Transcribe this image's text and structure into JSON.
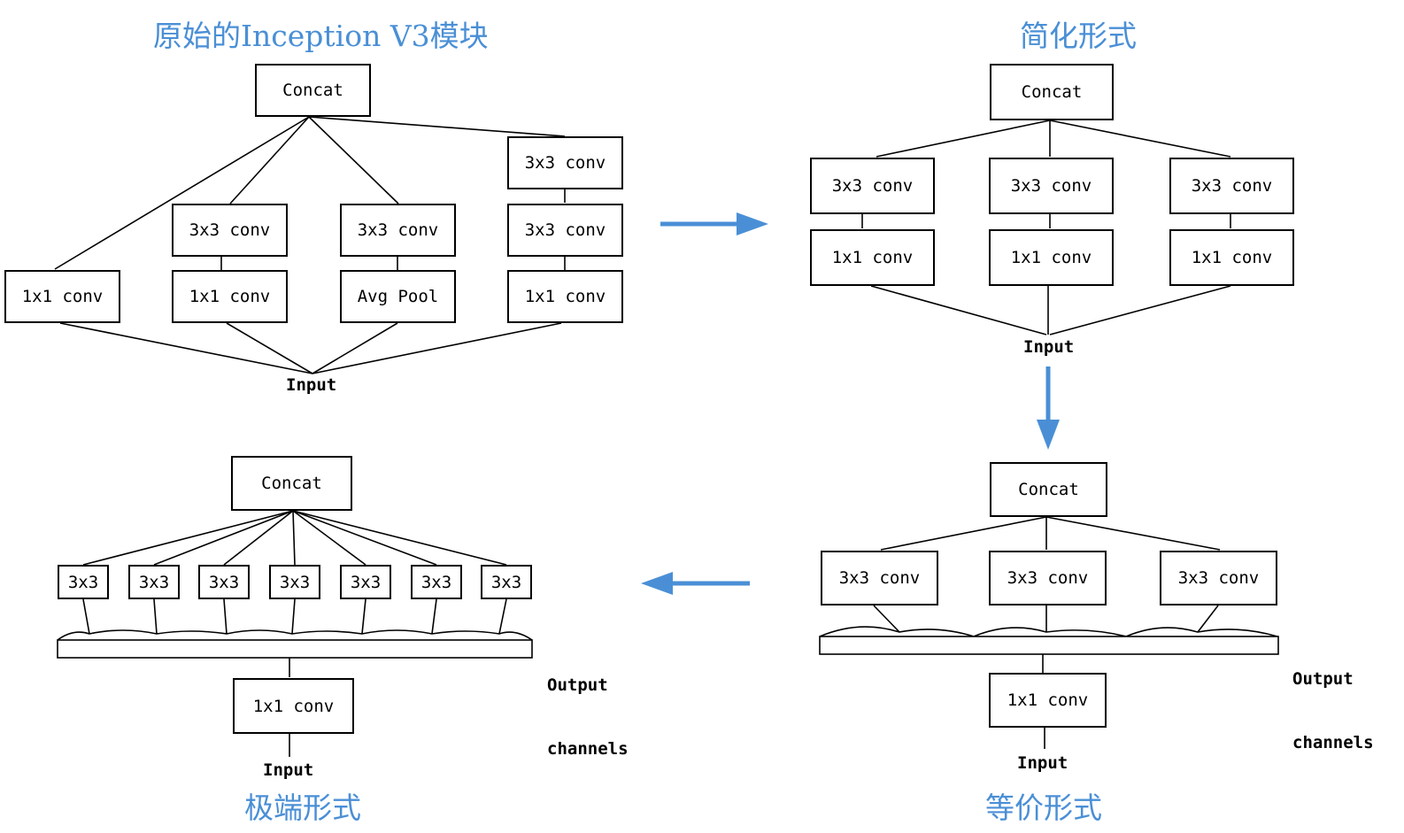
{
  "colors": {
    "accent": "#4a8fd6",
    "line": "#000000"
  },
  "titles": {
    "original": "原始的Inception V3模块",
    "simplified": "简化形式",
    "equivalent": "等价形式",
    "extreme": "极端形式"
  },
  "labels": {
    "concat": "Concat",
    "conv3": "3x3 conv",
    "conv1": "1x1 conv",
    "avgpool": "Avg Pool",
    "input": "Input",
    "k3": "3x3",
    "output_line1": "Output",
    "output_line2": "channels"
  }
}
